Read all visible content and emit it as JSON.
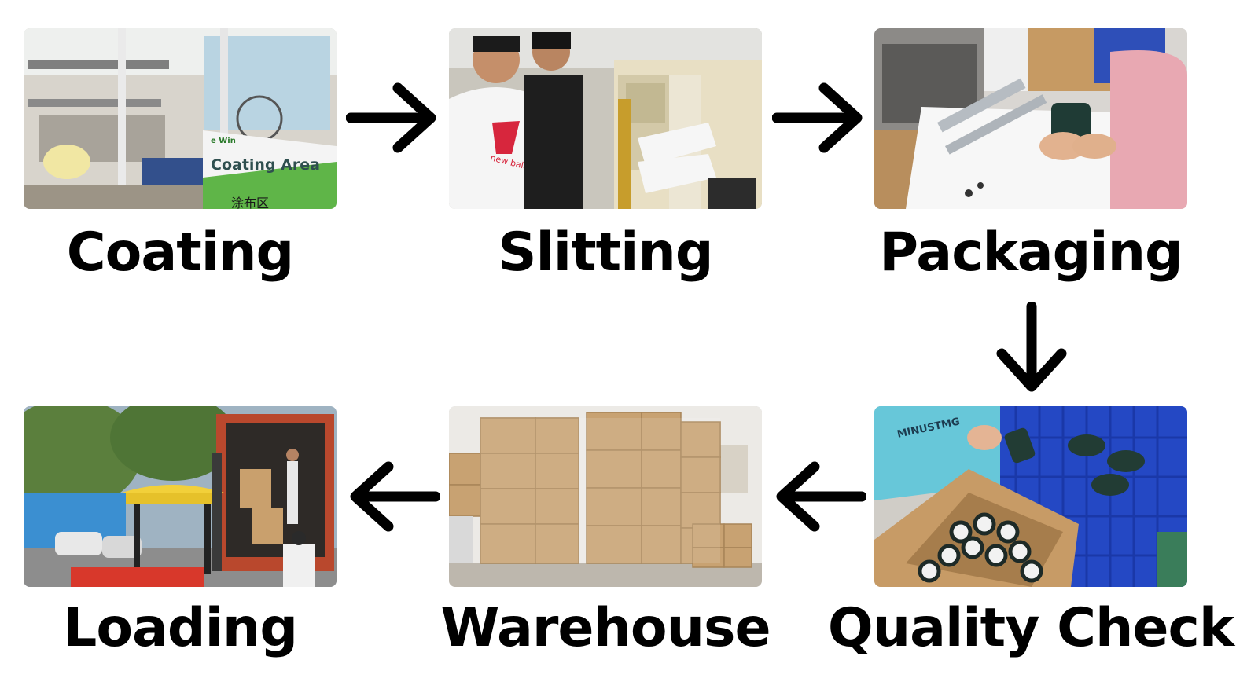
{
  "steps": [
    {
      "id": "coating",
      "label": "Coating",
      "sign_brand": "e Win",
      "sign_text": "Coating Area",
      "sign_subtext": "涂布区"
    },
    {
      "id": "slitting",
      "label": "Slitting",
      "shirt_text": "new balance"
    },
    {
      "id": "packaging",
      "label": "Packaging"
    },
    {
      "id": "quality-check",
      "label": "Quality Check",
      "shirt_text": "MINUSTMG"
    },
    {
      "id": "warehouse",
      "label": "Warehouse"
    },
    {
      "id": "loading",
      "label": "Loading"
    }
  ],
  "colors": {
    "text": "#000000",
    "arrow": "#000000",
    "background": "#ffffff"
  },
  "flow": [
    "coating",
    "slitting",
    "packaging",
    "quality-check",
    "warehouse",
    "loading"
  ]
}
